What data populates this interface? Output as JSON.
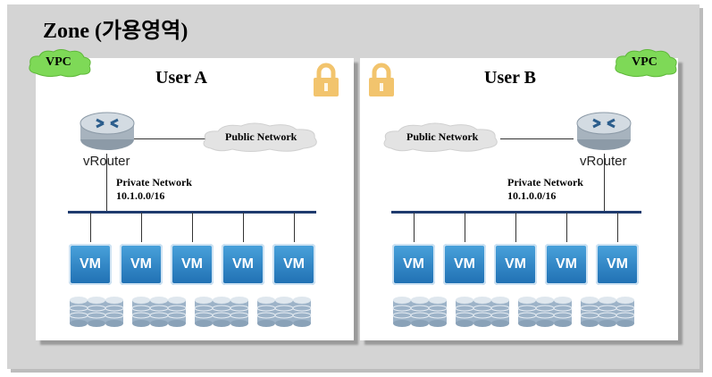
{
  "zone": {
    "title": "Zone (가용영역)"
  },
  "vpcs": [
    {
      "user": "User A",
      "vpc_label": "VPC",
      "router_label": "vRouter",
      "public_network": "Public Network",
      "private_network": {
        "name": "Private Network",
        "cidr": "10.1.0.0/16"
      },
      "vms": [
        "VM",
        "VM",
        "VM",
        "VM",
        "VM"
      ]
    },
    {
      "user": "User B",
      "vpc_label": "VPC",
      "router_label": "vRouter",
      "public_network": "Public Network",
      "private_network": {
        "name": "Private Network",
        "cidr": "10.1.0.0/16"
      },
      "vms": [
        "VM",
        "VM",
        "VM",
        "VM",
        "VM"
      ]
    }
  ],
  "colors": {
    "vpc_cloud": "#7ed957",
    "vm_fill": "#2a86c9",
    "bus": "#1f3b6e",
    "lock": "#f2c46d"
  },
  "icons": [
    "lock-icon",
    "router-icon",
    "cloud-icon",
    "database-icon"
  ]
}
